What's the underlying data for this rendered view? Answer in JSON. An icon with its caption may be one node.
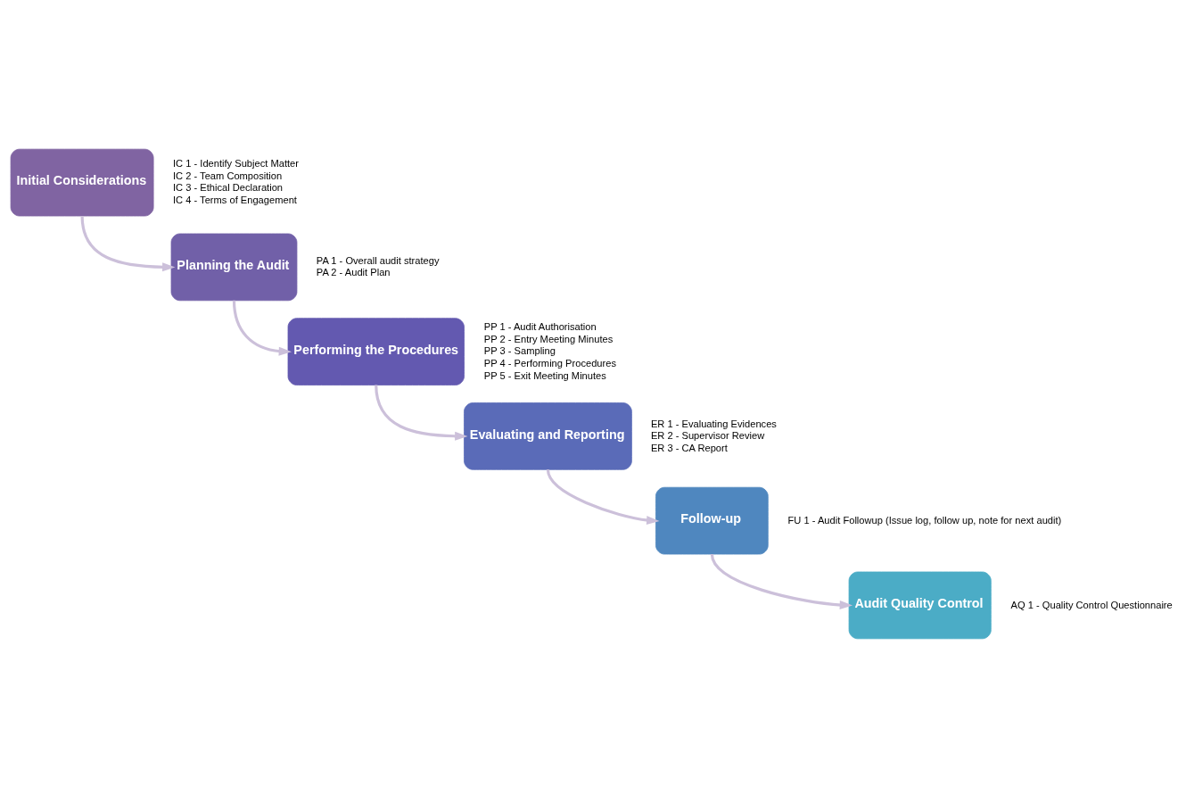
{
  "diagram": {
    "nodes": [
      {
        "text": [
          "Initial Considerations"
        ],
        "beside": [
          "IC 1 - Identify Subject Matter",
          "IC 2 - Team Composition",
          "IC 3 - Ethical Declaration",
          "IC 4 - Terms of Engagement"
        ]
      },
      {
        "text": [
          "Planning the Audit"
        ],
        "beside": [
          "PA 1 - Overall audit strategy",
          "PA 2 - Audit Plan"
        ]
      },
      {
        "text": [
          "Performing the Procedures"
        ],
        "beside": [
          "PP 1 - Audit Authorisation",
          "PP 2 - Entry Meeting Minutes",
          "PP 3 - Sampling",
          "PP 4 - Performing Procedures",
          "PP 5 - Exit Meeting Minutes"
        ]
      },
      {
        "text": [
          "Evaluating and Reporting"
        ],
        "beside": [
          "ER 1 - Evaluating Evidences",
          "ER 2 - Supervisor Review",
          "ER 3 - CA Report"
        ]
      },
      {
        "text": [
          "Follow-up"
        ],
        "beside": [
          "FU 1 - Audit Followup (Issue log, follow up, note for next audit)"
        ]
      },
      {
        "text": [
          "Audit Quality Control"
        ],
        "beside": [
          "AQ 1 - Quality Control Questionnaire"
        ]
      }
    ],
    "edges": [
      {
        "from": 0,
        "to": 1,
        "arrow": "to"
      },
      {
        "from": 1,
        "to": 2,
        "arrow": "to"
      },
      {
        "from": 2,
        "to": 3,
        "arrow": "to"
      },
      {
        "from": 3,
        "to": 4,
        "arrow": "to"
      },
      {
        "from": 4,
        "to": 5,
        "arrow": "to"
      }
    ]
  }
}
